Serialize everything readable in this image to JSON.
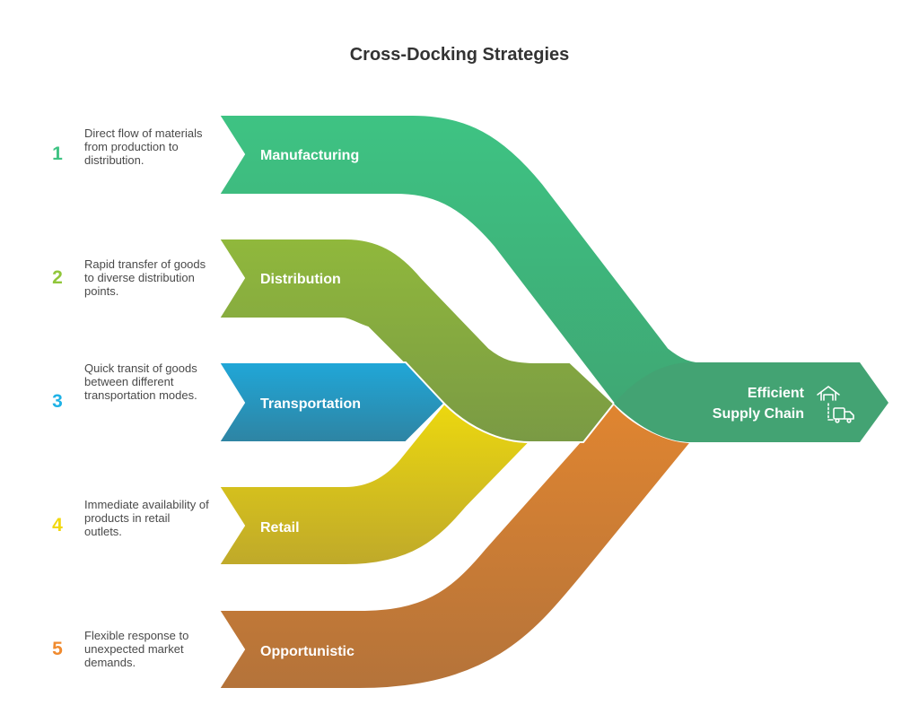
{
  "title": "Cross-Docking Strategies",
  "strategies": [
    {
      "number": "1",
      "label": "Manufacturing",
      "description": "Direct flow of materials from production to distribution.",
      "color": "#3ec383",
      "color_end": "#3fa472",
      "number_color": "#3ec383"
    },
    {
      "number": "2",
      "label": "Distribution",
      "description": "Rapid transfer of goods to diverse distribution points.",
      "color": "#90b83c",
      "color_end": "#7a9a44",
      "number_color": "#90c63a"
    },
    {
      "number": "3",
      "label": "Transportation",
      "description": "Quick transit of goods between different transportation modes.",
      "color": "#20a7d8",
      "color_end": "#2e84a3",
      "number_color": "#1fb2e6"
    },
    {
      "number": "4",
      "label": "Retail",
      "description": "Immediate availability of products in retail outlets.",
      "color": "#ecd80f",
      "color_end": "#bfa92a",
      "number_color": "#f2d80f"
    },
    {
      "number": "5",
      "label": "Opportunistic",
      "description": "Flexible response to unexpected market demands.",
      "color": "#e08530",
      "color_end": "#b4733a",
      "number_color": "#f08a2e"
    }
  ],
  "target": {
    "line1": "Efficient",
    "line2": "Supply Chain",
    "icon": "warehouse-truck-icon",
    "color": "#43a373"
  }
}
